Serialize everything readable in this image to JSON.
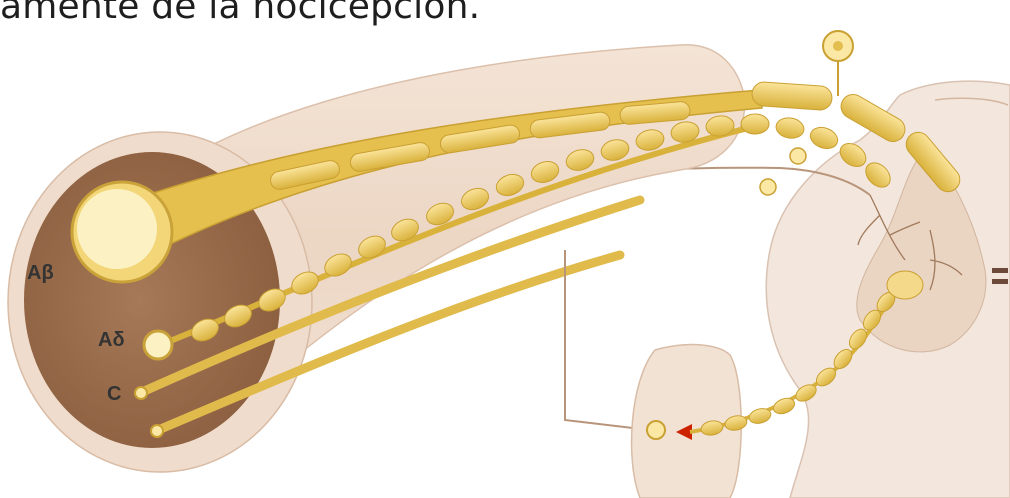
{
  "caption": "amente de la nocicepción.",
  "labels": {
    "a_beta": "Aβ",
    "a_delta": "Aδ",
    "c": "C"
  },
  "colors": {
    "background": "#ffffff",
    "nerve_sheath": "#ecd5c2",
    "nerve_cross_section": "#9a6e4c",
    "myelin": "#e7c75a",
    "axon": "#fbe8a4",
    "spinal_cord": "#f1dfd2",
    "synapse_marker": "#cc2200"
  }
}
